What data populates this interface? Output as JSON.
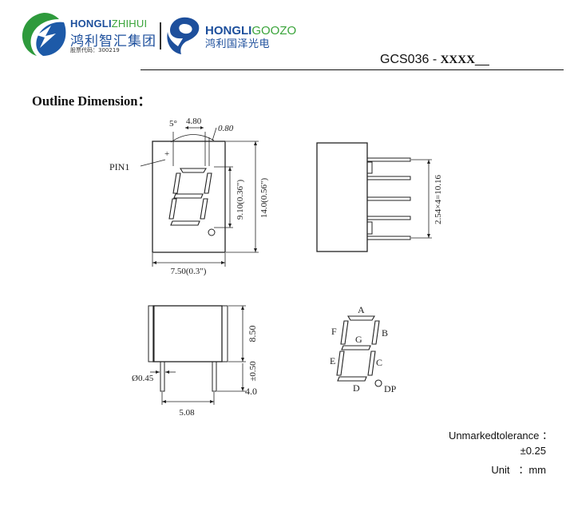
{
  "header": {
    "logo1": {
      "brand_main": "HONGLI",
      "brand_accent": "ZHIHUI",
      "brand_cn": "鸿利智汇集团",
      "stock_code": "股票代码：300219"
    },
    "logo2": {
      "brand_main": "HONGLI",
      "brand_accent": "GOOZO",
      "brand_cn": "鸿利国泽光电"
    },
    "doc_number": "GCS036 - ",
    "doc_suffix": "XXXX"
  },
  "section_title": "Outline Dimension：",
  "drawing": {
    "front": {
      "dim_angle": "5°",
      "dim_top": "4.80",
      "dim_pin": "0.80",
      "pin_label": "PIN1",
      "dim_digit_height": "9.10(0.36\")",
      "dim_total_height": "14.0(0.56\")",
      "dim_width": "7.50(0.3\")"
    },
    "side": {
      "dim_pitch": "2.54×4=10.16"
    },
    "bottom": {
      "dim_height": "8.50",
      "dim_standoff": "±0.50",
      "dim_lead": "4.0",
      "dim_pin_dia": "Ø0.45",
      "dim_row": "5.08"
    },
    "segments": {
      "a": "A",
      "b": "B",
      "c": "C",
      "d": "D",
      "e": "E",
      "f": "F",
      "g": "G",
      "dp": "DP"
    }
  },
  "tolerance": {
    "label": "Unmarkedtolerance ：",
    "value": "±0.25",
    "unit": "Unit   ：mm"
  }
}
